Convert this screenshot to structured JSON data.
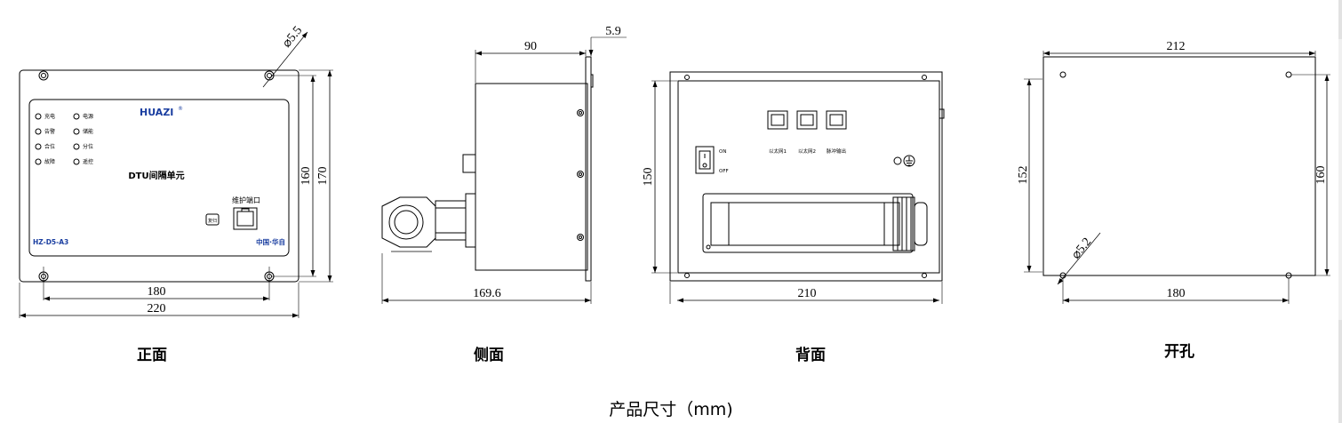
{
  "views": {
    "front": {
      "label": "正面",
      "brand": "HUAZI",
      "reg_mark": "®",
      "product": "DTU间隔单元",
      "maint_port": "维护端口",
      "reset": "复归",
      "model": "HZ-D5-A3",
      "maker": "中国·华自",
      "leds": [
        "充电",
        "电源",
        "告警",
        "储能",
        "合位",
        "分位",
        "故障",
        "遥控"
      ],
      "dims": {
        "width_holes": "180",
        "width_total": "220",
        "h_inner": "160",
        "h_outer": "170",
        "hole": "⌀5.5"
      }
    },
    "side": {
      "label": "侧面",
      "dims": {
        "depth": "90",
        "flange": "5.9",
        "total": "169.6"
      }
    },
    "back": {
      "label": "背面",
      "switch_on": "ON",
      "switch_off": "OFF",
      "ports": [
        "以太网1",
        "以太网2",
        "脉冲输出"
      ],
      "dims": {
        "width": "210",
        "height": "150"
      }
    },
    "cutout": {
      "label": "开孔",
      "dims": {
        "width_total": "212",
        "width_holes": "180",
        "h_left": "152",
        "h_right": "160",
        "hole": "⌀5.2"
      }
    }
  },
  "caption": "产品尺寸（mm)",
  "colors": {
    "line": "#000000",
    "brand_blue": "#1a3ea0",
    "panel_fill": "#ffffff",
    "inner_fill": "#f2f2f2"
  }
}
